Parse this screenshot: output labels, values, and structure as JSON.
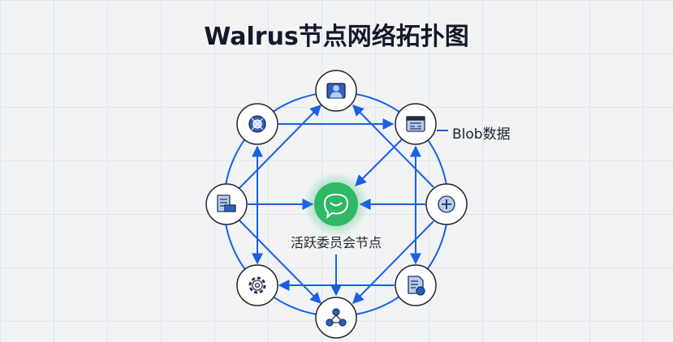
{
  "title": "Walrus节点网络拓扑图",
  "center_label": "活跃委员会节点",
  "blob_label": "Blob数据",
  "colors": {
    "edge": "#1a5fe6",
    "center": "#2fb866",
    "icon": "#2f5fc4",
    "icon_fill": "#b7cdf6"
  },
  "nodes": [
    {
      "id": "top",
      "icon": "user-icon"
    },
    {
      "id": "top-left",
      "icon": "target-icon"
    },
    {
      "id": "top-right",
      "icon": "browser-window-icon"
    },
    {
      "id": "left",
      "icon": "documents-icon"
    },
    {
      "id": "right",
      "icon": "plus-circle-icon"
    },
    {
      "id": "bottom-left",
      "icon": "gear-icon"
    },
    {
      "id": "bottom-right",
      "icon": "document-download-icon"
    },
    {
      "id": "bottom",
      "icon": "network-icon"
    }
  ]
}
